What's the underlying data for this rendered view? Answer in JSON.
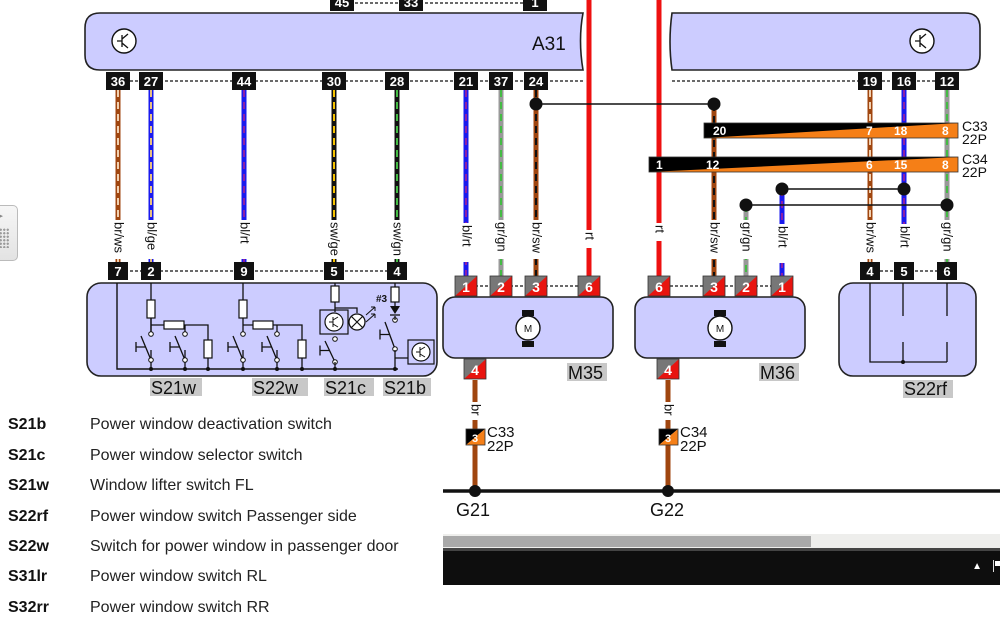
{
  "modules": {
    "A31": {
      "label": "A31",
      "top_pins": [
        "45",
        "33",
        "1"
      ],
      "bottom_pins_left": [
        "36",
        "27",
        "44",
        "30",
        "28",
        "21",
        "37",
        "24"
      ],
      "bottom_pins_right": [
        "19",
        "16",
        "12"
      ]
    },
    "switch_block_left": {
      "pins": [
        "7",
        "2",
        "9",
        "5",
        "4"
      ],
      "labels": [
        "S21w",
        "S22w",
        "S21c",
        "S21b"
      ],
      "note": "#3"
    },
    "M35": {
      "label": "M35",
      "pins_top": [
        "1",
        "2",
        "3",
        "6"
      ],
      "pin_bottom": "4",
      "motor_symbol": "M"
    },
    "M36": {
      "label": "M36",
      "pins_top": [
        "6",
        "3",
        "2",
        "1"
      ],
      "pin_bottom": "4",
      "motor_symbol": "M"
    },
    "S22rf": {
      "label": "S22rf",
      "pins": [
        "4",
        "5",
        "6"
      ]
    }
  },
  "wires": {
    "left_block": [
      "br/ws",
      "bl/ge",
      "bl/rt",
      "sw/ge",
      "sw/gn"
    ],
    "M35": [
      "bl/rt",
      "gr/gn",
      "br/sw",
      "rt"
    ],
    "M36": [
      "rt",
      "br/sw",
      "gr/gn",
      "bl/rt"
    ],
    "S22rf": [
      "br/ws",
      "bl/rt",
      "gr/gn"
    ],
    "ground_M35": "br",
    "ground_M36": "br"
  },
  "connectors": {
    "C33": {
      "name": "C33",
      "type": "22P",
      "pins": [
        "20",
        "7",
        "18",
        "8"
      ],
      "ground_pin": "3"
    },
    "C34": {
      "name": "C34",
      "type": "22P",
      "pins": [
        "1",
        "12",
        "6",
        "15",
        "8"
      ],
      "ground_pin": "3"
    }
  },
  "grounds": [
    "G21",
    "G22"
  ],
  "legend": [
    {
      "code": "S21b",
      "desc": "Power window deactivation switch"
    },
    {
      "code": "S21c",
      "desc": "Power window selector switch"
    },
    {
      "code": "S21w",
      "desc": "Window lifter switch FL"
    },
    {
      "code": "S22rf",
      "desc": "Power window switch Passenger side"
    },
    {
      "code": "S22w",
      "desc": "Switch for power window in passenger door"
    },
    {
      "code": "S31lr",
      "desc": "Power window switch RL"
    },
    {
      "code": "S32rr",
      "desc": "Power window switch RR"
    }
  ],
  "scrollbar": {
    "position_fraction": 0.66
  },
  "colors": {
    "module_fill": "#ccccff",
    "connector_orange": "#f57f17",
    "pin_red": "#e8140f",
    "wire_red": "#ee1111",
    "wire_brown": "#a0460f",
    "wire_blue": "#1a1aee",
    "wire_green": "#44bb44",
    "wire_gray": "#999999",
    "wire_purple": "#8a1fa8",
    "wire_yellow": "#f5c200"
  }
}
